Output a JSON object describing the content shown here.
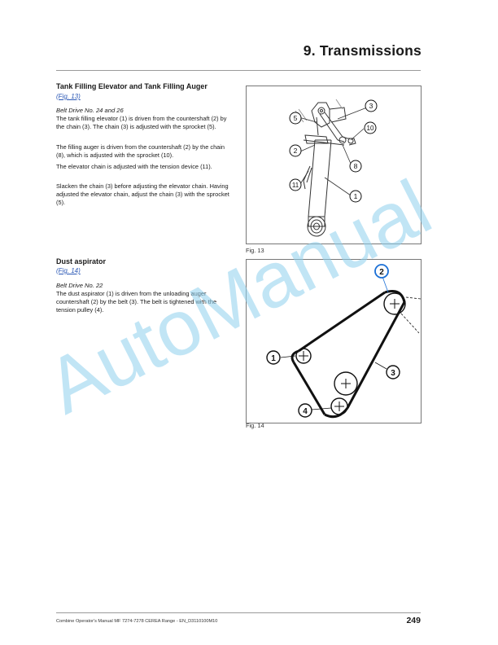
{
  "header": {
    "chapter_title": "9. Transmissions"
  },
  "section1": {
    "title": "Tank Filling Elevator and Tank Filling Auger",
    "figure_ref": "(Fig. 13)",
    "subheading": "Belt Drive No. 24 and 26",
    "paragraphs": [
      "The tank filling elevator (1) is driven from the countershaft (2) by the chain (3). The chain (3) is adjusted with the sprocket (5).",
      "The filling auger is driven from the countershaft (2) by the chain (8), which is adjusted with the sprocket (10).",
      "The elevator chain is adjusted with the tension device (11).",
      "Slacken the chain (3) before adjusting the elevator chain. Having adjusted the elevator chain, adjust the chain (3) with the sprocket (5)."
    ]
  },
  "section2": {
    "title": "Dust aspirator",
    "figure_ref": "(Fig. 14)",
    "subheading": "Belt Drive No. 22",
    "paragraphs": [
      "The dust aspirator (1) is driven from the unloading auger countershaft (2) by the belt (3). The belt is tightened with the tension pulley (4)."
    ]
  },
  "figure13": {
    "caption": "Fig. 13",
    "callouts": [
      "3",
      "5",
      "10",
      "2",
      "8",
      "11",
      "1"
    ]
  },
  "figure14": {
    "caption": "Fig. 14",
    "callouts": [
      "2",
      "1",
      "3",
      "4"
    ],
    "highlight_color": "#1a6fd6"
  },
  "footer": {
    "text": "Combine Operator's Manual MF 7274-7278 CEREA Range - EN_D3110100M10",
    "page_number": "249"
  },
  "watermark": {
    "text": "AutoManual",
    "color": "#8fd0ee"
  }
}
